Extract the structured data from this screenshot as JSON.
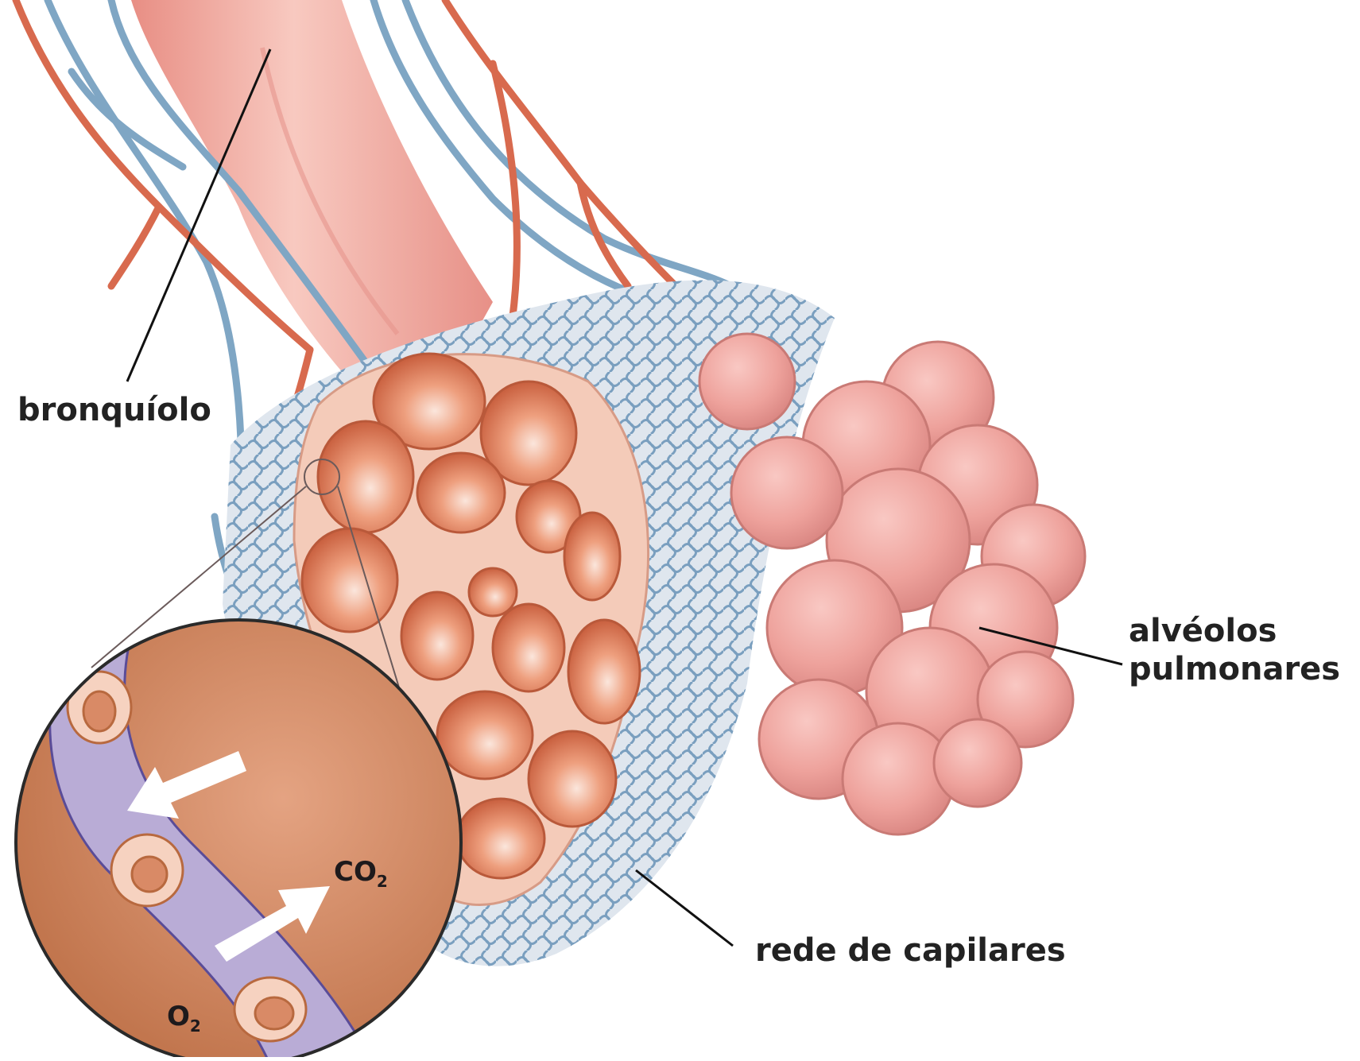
{
  "labels": {
    "bronchiole": "bronquíolo",
    "alveoli_line1": "alvéolos",
    "alveoli_line2": "pulmonares",
    "capillaries": "rede de capilares"
  },
  "inset": {
    "co2": "CO",
    "co2_sub": "2",
    "o2": "O",
    "o2_sub": "2"
  },
  "colors": {
    "bronchiole": "#f2b0a8",
    "artery": "#d86a4e",
    "vein": "#7fa6c4",
    "alveolus_cut": "#e98f6c",
    "alveolus_pink": "#f2a7a1",
    "capillary_purple": "#b9acd6"
  }
}
